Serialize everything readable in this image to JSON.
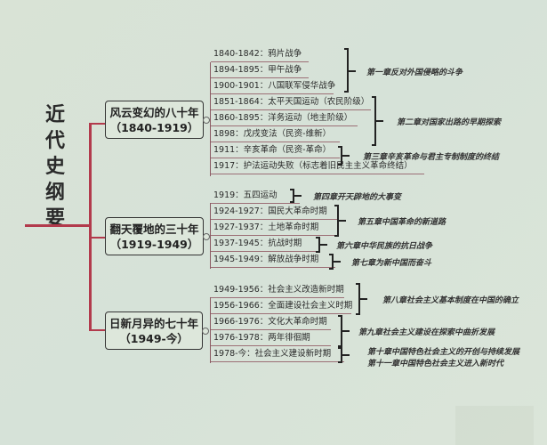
{
  "root": {
    "title": "近代史纲要",
    "chars": [
      "近",
      "代",
      "史",
      "纲",
      "要"
    ]
  },
  "periods": [
    {
      "title": "风云变幻的八十年",
      "range": "（1840-1919）",
      "items": [
        "1840-1842：鸦片战争",
        "1894-1895：甲午战争",
        "1900-1901：八国联军侵华战争",
        "1851-1864：太平天国运动（农民阶级）",
        "1860-1895：洋务运动（地主阶级）",
        "1898：戊戌变法（民资-维新）",
        "1911：辛亥革命（民资-革命）",
        "1917：护法运动失败（标志着旧民主主义革命终结）"
      ],
      "chapters": [
        "第一章反对外国侵略的斗争",
        "第二章对国家出路的早期探索",
        "第三章辛亥革命与君主专制制度的终结"
      ]
    },
    {
      "title": "翻天覆地的三十年",
      "range": "（1919-1949）",
      "items": [
        "1919：五四运动",
        "1924-1927：国民大革命时期",
        "1927-1937：土地革命时期",
        "1937-1945：抗战时期",
        "1945-1949：解放战争时期"
      ],
      "chapters": [
        "第四章开天辟地的大事变",
        "第五章中国革命的新道路",
        "第六章中华民族的抗日战争",
        "第七章为新中国而奋斗"
      ]
    },
    {
      "title": "日新月异的七十年",
      "range": "（1949-今）",
      "items": [
        "1949-1956：社会主义改造新时期",
        "1956-1966：全面建设社会主义时期",
        "1966-1976：文化大革命时期",
        "1976-1978：两年徘徊期",
        "1978-今：社会主义建设新时期"
      ],
      "chapters": [
        "第八章社会主义基本制度在中国的确立",
        "第九章社会主义建设在探索中曲折发展",
        "第十章中国特色社会主义的开创与持续发展",
        "第十一章中国特色社会主义进入新时代"
      ]
    }
  ],
  "colors": {
    "branch": "#b23a4c",
    "background": "#d9e3d6",
    "bracket": "#222222"
  }
}
